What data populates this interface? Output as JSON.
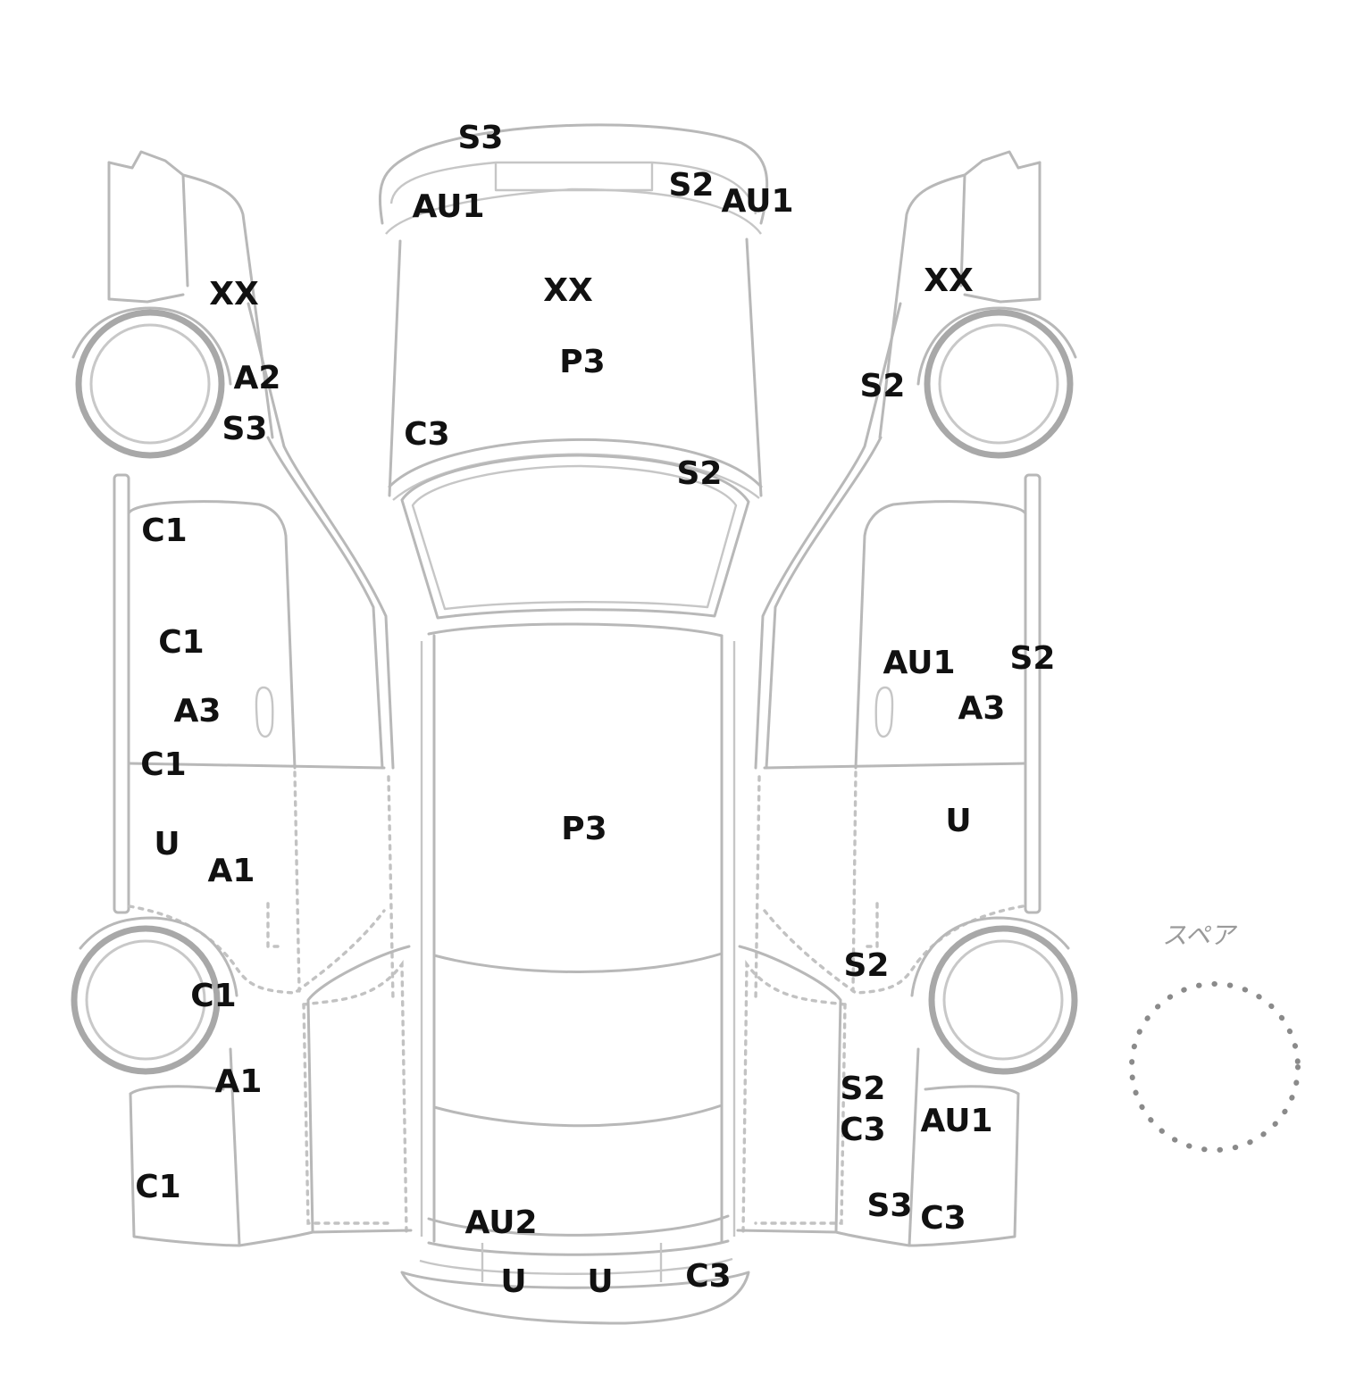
{
  "diagram": {
    "spare_label": "スペア",
    "codes": [
      {
        "id": "front-bumper-s3",
        "text": "S3"
      },
      {
        "id": "front-bumper-left-au1",
        "text": "AU1"
      },
      {
        "id": "front-bumper-right-s2",
        "text": "S2"
      },
      {
        "id": "front-bumper-right-au1",
        "text": "AU1"
      },
      {
        "id": "hood-xx",
        "text": "XX"
      },
      {
        "id": "hood-p3",
        "text": "P3"
      },
      {
        "id": "hood-c3",
        "text": "C3"
      },
      {
        "id": "windshield-s2",
        "text": "S2"
      },
      {
        "id": "roof-p3",
        "text": "P3"
      },
      {
        "id": "rear-au2",
        "text": "AU2"
      },
      {
        "id": "rear-bumper-u-1",
        "text": "U"
      },
      {
        "id": "rear-bumper-u-2",
        "text": "U"
      },
      {
        "id": "rear-bumper-c3",
        "text": "C3"
      },
      {
        "id": "left-fender-xx",
        "text": "XX"
      },
      {
        "id": "left-fender-a2",
        "text": "A2"
      },
      {
        "id": "left-fender-s3",
        "text": "S3"
      },
      {
        "id": "left-front-door-c1-top",
        "text": "C1"
      },
      {
        "id": "left-front-door-c1-mid",
        "text": "C1"
      },
      {
        "id": "left-front-door-a3",
        "text": "A3"
      },
      {
        "id": "left-front-door-c1-low",
        "text": "C1"
      },
      {
        "id": "left-rear-door-u",
        "text": "U"
      },
      {
        "id": "left-rear-door-a1",
        "text": "A1"
      },
      {
        "id": "left-rear-wheel-c1",
        "text": "C1"
      },
      {
        "id": "left-quarter-a1",
        "text": "A1"
      },
      {
        "id": "left-quarter-c1",
        "text": "C1"
      },
      {
        "id": "right-fender-xx",
        "text": "XX"
      },
      {
        "id": "right-fender-s2",
        "text": "S2"
      },
      {
        "id": "right-front-door-au1",
        "text": "AU1"
      },
      {
        "id": "right-front-door-s2",
        "text": "S2"
      },
      {
        "id": "right-front-door-a3",
        "text": "A3"
      },
      {
        "id": "right-rear-door-u",
        "text": "U"
      },
      {
        "id": "right-rear-s2-upper",
        "text": "S2"
      },
      {
        "id": "right-rear-s2-lower",
        "text": "S2"
      },
      {
        "id": "right-rear-c3",
        "text": "C3"
      },
      {
        "id": "right-quarter-au1",
        "text": "AU1"
      },
      {
        "id": "right-rear-s3",
        "text": "S3"
      },
      {
        "id": "right-rear-c3-low",
        "text": "C3"
      }
    ]
  }
}
